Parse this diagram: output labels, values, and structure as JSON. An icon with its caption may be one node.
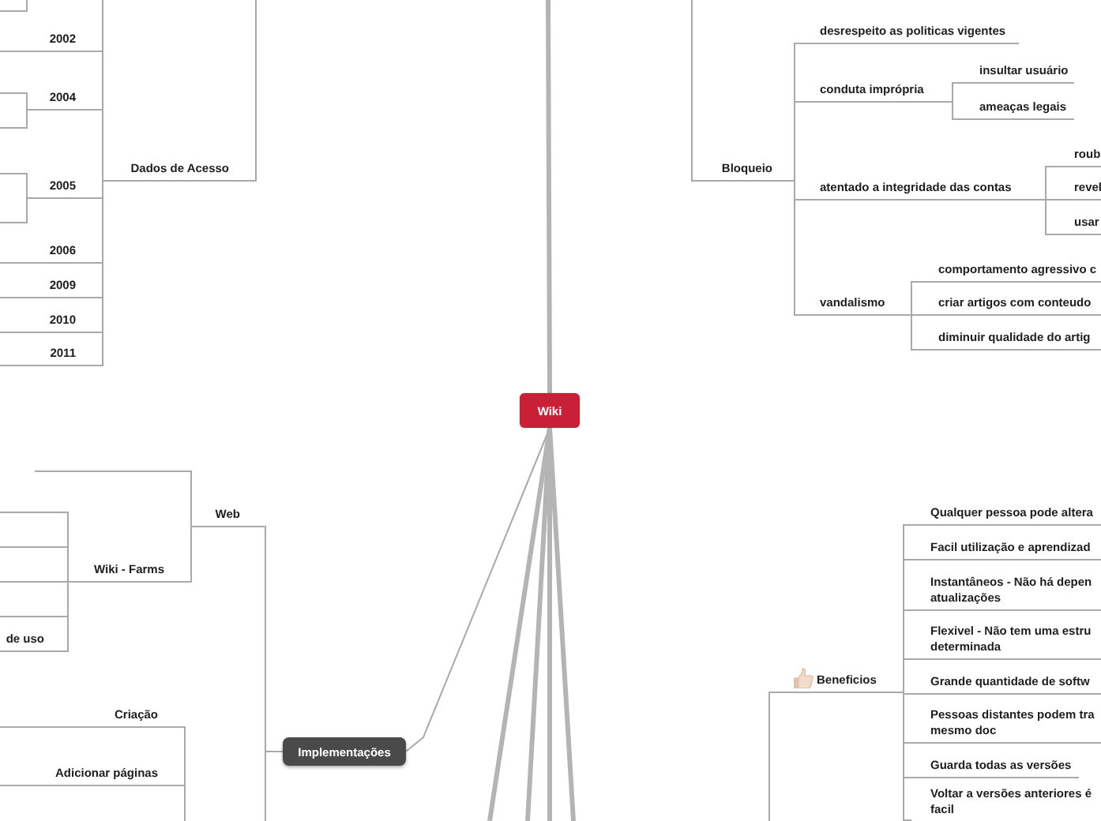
{
  "diagram": {
    "nodes": [
      {
        "text": [
          "Wiki"
        ]
      },
      {
        "text": [
          "Dados de Acesso"
        ]
      },
      {
        "text": [
          "2002"
        ]
      },
      {
        "text": [
          "2004"
        ]
      },
      {
        "text": [
          "2005"
        ]
      },
      {
        "text": [
          "2006"
        ]
      },
      {
        "text": [
          "2009"
        ]
      },
      {
        "text": [
          "2010"
        ]
      },
      {
        "text": [
          "2011"
        ]
      },
      {
        "text": [
          "Bloqueio"
        ]
      },
      {
        "text": [
          "desrespeito as politicas vigentes"
        ]
      },
      {
        "text": [
          "conduta imprópria"
        ]
      },
      {
        "text": [
          "insultar usuário"
        ]
      },
      {
        "text": [
          "ameaças legais"
        ]
      },
      {
        "text": [
          "atentado a integridade das contas"
        ]
      },
      {
        "text": [
          "roub"
        ]
      },
      {
        "text": [
          "revel"
        ]
      },
      {
        "text": [
          "usar"
        ]
      },
      {
        "text": [
          "vandalismo"
        ]
      },
      {
        "text": [
          "comportamento agressivo c"
        ]
      },
      {
        "text": [
          "criar artigos com conteudo"
        ]
      },
      {
        "text": [
          "diminuir qualidade do artig"
        ]
      },
      {
        "text": [
          "Web"
        ]
      },
      {
        "text": [],
        "shape": "line"
      },
      {
        "text": [
          "Wiki - Farms"
        ]
      },
      {
        "text": [],
        "shape": "line"
      },
      {
        "text": [],
        "shape": "line"
      },
      {
        "text": [],
        "shape": "line"
      },
      {
        "text": [],
        "shape": "line"
      },
      {
        "text": [
          "de uso"
        ]
      },
      {
        "text": [
          "Criação"
        ]
      },
      {
        "text": [
          "Adicionar páginas"
        ]
      },
      {
        "text": [
          "Implementações"
        ]
      },
      {
        "text": [
          "Beneficios"
        ]
      },
      {
        "text": [
          "Qualquer pessoa pode altera"
        ]
      },
      {
        "text": [
          "Facil utilização e aprendizad"
        ]
      },
      {
        "text": [
          "Instantâneos - Não há depen atualizações"
        ]
      },
      {
        "text": [
          "Flexivel - Não tem uma estru determinada"
        ]
      },
      {
        "text": [
          "Grande quantidade de softw"
        ]
      },
      {
        "text": [
          "Pessoas distantes podem tra mesmo doc"
        ]
      },
      {
        "text": [
          "Guarda todas as versões"
        ]
      },
      {
        "text": [
          "Voltar a versões anteriores é facil"
        ]
      }
    ],
    "edges": [
      {
        "from": 0,
        "to": null,
        "arrow": "none",
        "style": "thick"
      },
      {
        "from": 0,
        "to": 32,
        "arrow": "none"
      },
      {
        "from": 0,
        "to": null,
        "arrow": "none",
        "style": "thick"
      },
      {
        "from": 0,
        "to": null,
        "arrow": "none",
        "style": "thick"
      },
      {
        "from": 0,
        "to": null,
        "arrow": "none",
        "style": "thick"
      },
      {
        "from": 0,
        "to": null,
        "arrow": "none",
        "style": "thick"
      },
      {
        "from": null,
        "to": 1,
        "arrow": "none"
      },
      {
        "from": 1,
        "to": null,
        "arrow": "none"
      },
      {
        "from": 1,
        "to": 2,
        "arrow": "none"
      },
      {
        "from": 1,
        "to": 3,
        "arrow": "none"
      },
      {
        "from": 1,
        "to": 4,
        "arrow": "none"
      },
      {
        "from": 1,
        "to": 5,
        "arrow": "none"
      },
      {
        "from": 1,
        "to": 6,
        "arrow": "none"
      },
      {
        "from": 1,
        "to": 7,
        "arrow": "none"
      },
      {
        "from": 1,
        "to": 8,
        "arrow": "none"
      },
      {
        "from": 3,
        "to": null,
        "arrow": "none"
      },
      {
        "from": 3,
        "to": null,
        "arrow": "none"
      },
      {
        "from": 4,
        "to": null,
        "arrow": "none"
      },
      {
        "from": 4,
        "to": null,
        "arrow": "none"
      },
      {
        "from": null,
        "to": 9,
        "arrow": "none"
      },
      {
        "from": 9,
        "to": 10,
        "arrow": "none"
      },
      {
        "from": 9,
        "to": 11,
        "arrow": "none"
      },
      {
        "from": 9,
        "to": 14,
        "arrow": "none"
      },
      {
        "from": 9,
        "to": 18,
        "arrow": "none"
      },
      {
        "from": 11,
        "to": 12,
        "arrow": "none"
      },
      {
        "from": 11,
        "to": 13,
        "arrow": "none"
      },
      {
        "from": 14,
        "to": 15,
        "arrow": "none"
      },
      {
        "from": 14,
        "to": 16,
        "arrow": "none"
      },
      {
        "from": 14,
        "to": 17,
        "arrow": "none"
      },
      {
        "from": 18,
        "to": 19,
        "arrow": "none"
      },
      {
        "from": 18,
        "to": 20,
        "arrow": "none"
      },
      {
        "from": 18,
        "to": 21,
        "arrow": "none"
      },
      {
        "from": 32,
        "to": 22,
        "arrow": "none"
      },
      {
        "from": 32,
        "to": null,
        "arrow": "none"
      },
      {
        "from": 22,
        "to": 23,
        "arrow": "none"
      },
      {
        "from": 22,
        "to": 24,
        "arrow": "none"
      },
      {
        "from": 24,
        "to": 25,
        "arrow": "none"
      },
      {
        "from": 24,
        "to": 26,
        "arrow": "none"
      },
      {
        "from": 24,
        "to": 27,
        "arrow": "none"
      },
      {
        "from": 24,
        "to": 28,
        "arrow": "none"
      },
      {
        "from": 24,
        "to": 29,
        "arrow": "none"
      },
      {
        "from": null,
        "to": 30,
        "arrow": "none"
      },
      {
        "from": null,
        "to": 31,
        "arrow": "none"
      },
      {
        "from": null,
        "to": 33,
        "arrow": "none"
      },
      {
        "from": 33,
        "to": 34,
        "arrow": "none"
      },
      {
        "from": 33,
        "to": 35,
        "arrow": "none"
      },
      {
        "from": 33,
        "to": 36,
        "arrow": "none"
      },
      {
        "from": 33,
        "to": 37,
        "arrow": "none"
      },
      {
        "from": 33,
        "to": 38,
        "arrow": "none"
      },
      {
        "from": 33,
        "to": 39,
        "arrow": "none"
      },
      {
        "from": 33,
        "to": 40,
        "arrow": "none"
      },
      {
        "from": 33,
        "to": 41,
        "arrow": "none"
      }
    ]
  }
}
